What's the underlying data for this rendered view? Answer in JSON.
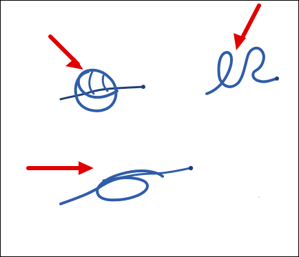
{
  "colors": {
    "border": "#000000",
    "knot_stroke": "#2f5da8",
    "knot_shadow": "#1f3f78",
    "arrow": "#e00000",
    "background": "#ffffff"
  },
  "figures": [
    {
      "name": "knot-1",
      "arrow_direction": "down-right"
    },
    {
      "name": "knot-2",
      "arrow_direction": "down-left"
    },
    {
      "name": "knot-3",
      "arrow_direction": "right"
    }
  ]
}
